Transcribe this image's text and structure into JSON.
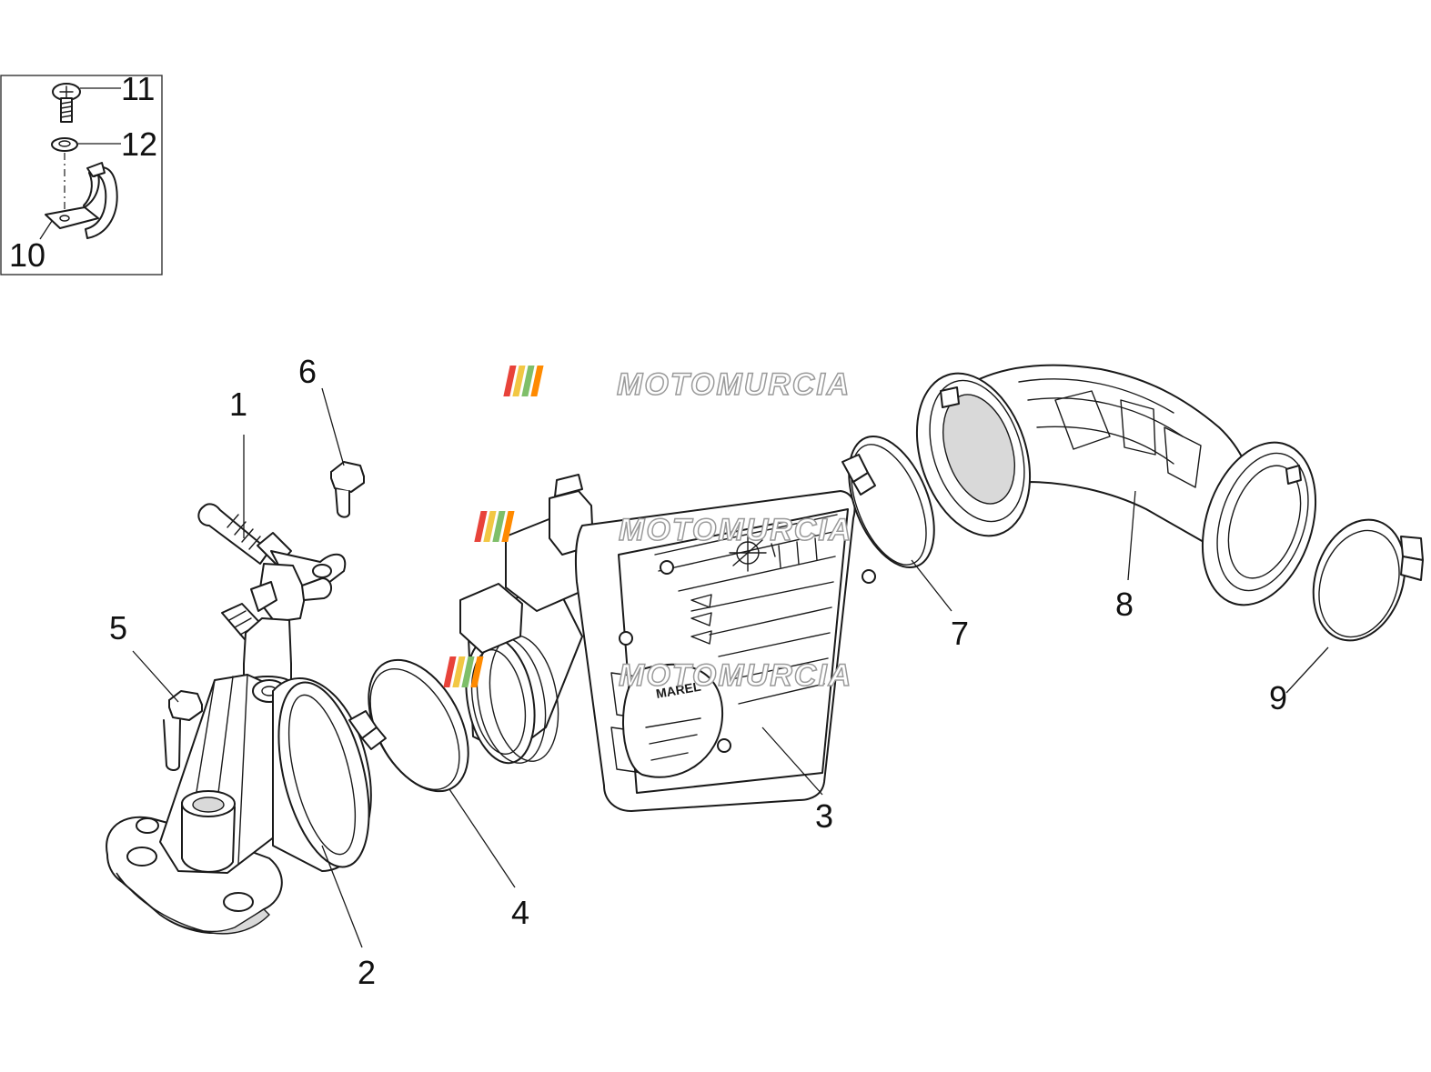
{
  "watermark": {
    "text": "MOTOMURCIA",
    "stripe_colors": [
      "#e8433a",
      "#f2c744",
      "#7fbf6a",
      "#ff8a00"
    ]
  },
  "callouts": [
    {
      "id": "1",
      "label": "1",
      "part": "fuel-injector"
    },
    {
      "id": "2",
      "label": "2",
      "part": "intake-manifold"
    },
    {
      "id": "3",
      "label": "3",
      "part": "throttle-body"
    },
    {
      "id": "4",
      "label": "4",
      "part": "hose-clamp"
    },
    {
      "id": "5",
      "label": "5",
      "part": "flange-bolt"
    },
    {
      "id": "6",
      "label": "6",
      "part": "flange-bolt"
    },
    {
      "id": "7",
      "label": "7",
      "part": "hose-clamp"
    },
    {
      "id": "8",
      "label": "8",
      "part": "intake-sleeve"
    },
    {
      "id": "9",
      "label": "9",
      "part": "hose-clamp"
    },
    {
      "id": "10",
      "label": "10",
      "part": "bracket"
    },
    {
      "id": "11",
      "label": "11",
      "part": "screw"
    },
    {
      "id": "12",
      "label": "12",
      "part": "washer"
    }
  ],
  "throttle_body_marking": "MAREL"
}
